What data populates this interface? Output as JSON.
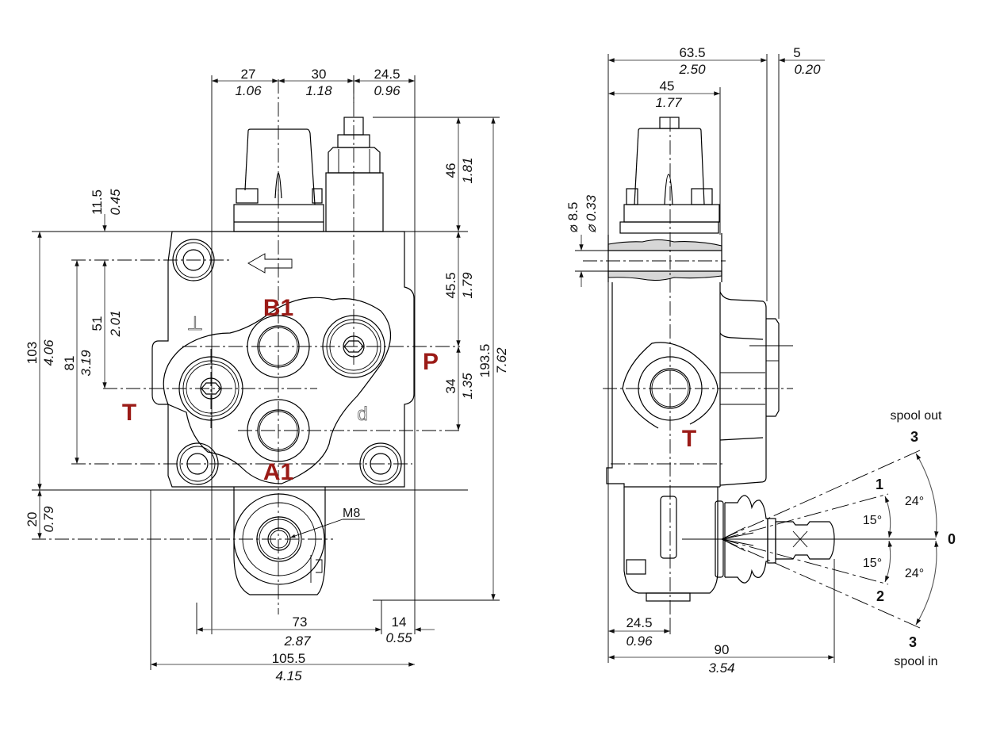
{
  "drawing": {
    "title": "Hydraulic directional control valve - dimensional drawing",
    "views": [
      "front-view",
      "side-view"
    ],
    "colors": {
      "port_label": "#9b1b17",
      "line": "#000000",
      "dimension_line": "#555555",
      "section_fill": "#d6d6d6"
    }
  },
  "front_view": {
    "ports": {
      "B1": "B1",
      "A1": "A1",
      "P": "P",
      "T": "T"
    },
    "body_marks": {
      "T_symbol": "⊥",
      "P_symbol": "d"
    },
    "thread_callout": "M8",
    "dims_top": [
      {
        "mm": "27",
        "inch": "1.06"
      },
      {
        "mm": "30",
        "inch": "1.18"
      },
      {
        "mm": "24.5",
        "inch": "0.96"
      }
    ],
    "dims_left": [
      {
        "mm": "11.5",
        "inch": "0.45"
      },
      {
        "mm": "51",
        "inch": "2.01"
      },
      {
        "mm": "81",
        "inch": "3.19"
      },
      {
        "mm": "103",
        "inch": "4.06"
      },
      {
        "mm": "20",
        "inch": "0.79"
      }
    ],
    "dims_right": [
      {
        "mm": "46",
        "inch": "1.81"
      },
      {
        "mm": "45.5",
        "inch": "1.79"
      },
      {
        "mm": "34",
        "inch": "1.35"
      },
      {
        "mm": "193.5",
        "inch": "7.62"
      }
    ],
    "dims_bottom": [
      {
        "mm": "73",
        "inch": "2.87"
      },
      {
        "mm": "14",
        "inch": "0.55"
      },
      {
        "mm": "105.5",
        "inch": "4.15"
      }
    ]
  },
  "side_view": {
    "port_label": "T",
    "dims_top": [
      {
        "mm": "63.5",
        "inch": "2.50"
      },
      {
        "mm": "5",
        "inch": "0.20"
      },
      {
        "mm": "45",
        "inch": "1.77"
      }
    ],
    "dims_left": [
      {
        "mm": "⌀ 8.5",
        "inch": "⌀ 0.33"
      }
    ],
    "dims_bottom": [
      {
        "mm": "24.5",
        "inch": "0.96"
      },
      {
        "mm": "90",
        "inch": "3.54"
      }
    ],
    "lever_positions": {
      "spool_out_label": "spool out",
      "spool_in_label": "spool in",
      "pos_3_out": "3",
      "pos_1": "1",
      "pos_0": "0",
      "pos_2": "2",
      "pos_3_in": "3",
      "angle_1": "15°",
      "angle_2": "15°",
      "angle_3_out": "24°",
      "angle_3_in": "24°"
    }
  }
}
